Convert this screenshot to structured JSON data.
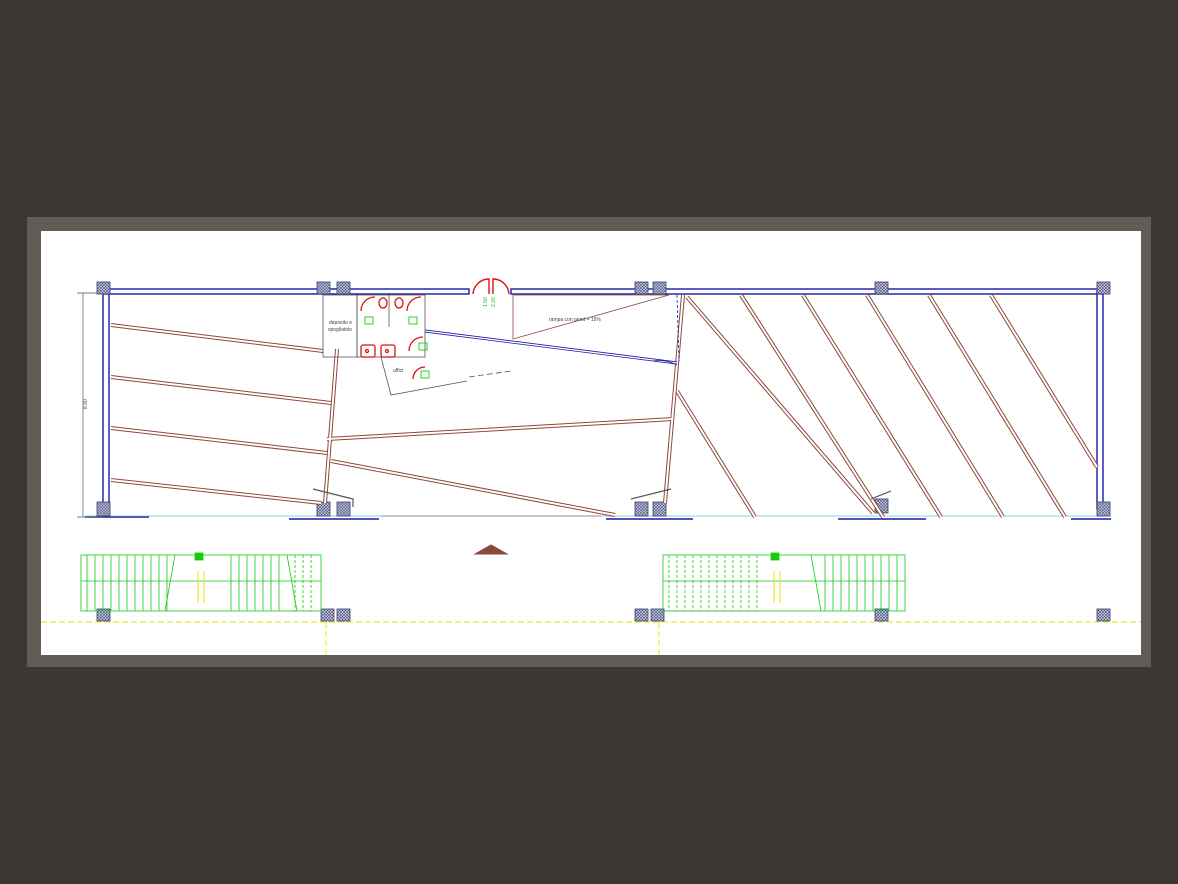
{
  "drawing": {
    "room_storage_line1": "deposito e",
    "room_storage_line2": "spogliatoio",
    "room_office": "uffici",
    "ramp_label": "rampa con pend = 15%",
    "dimension_height": "8.90",
    "door_label_a": "1.50",
    "door_label_b": "2.20",
    "colors": {
      "wall": "#1a1aa8",
      "ramp": "#8a4a3a",
      "stair": "#11cc11",
      "axis": "#e6e600",
      "column": "#6677aa",
      "fixture": "#dd1111"
    }
  }
}
